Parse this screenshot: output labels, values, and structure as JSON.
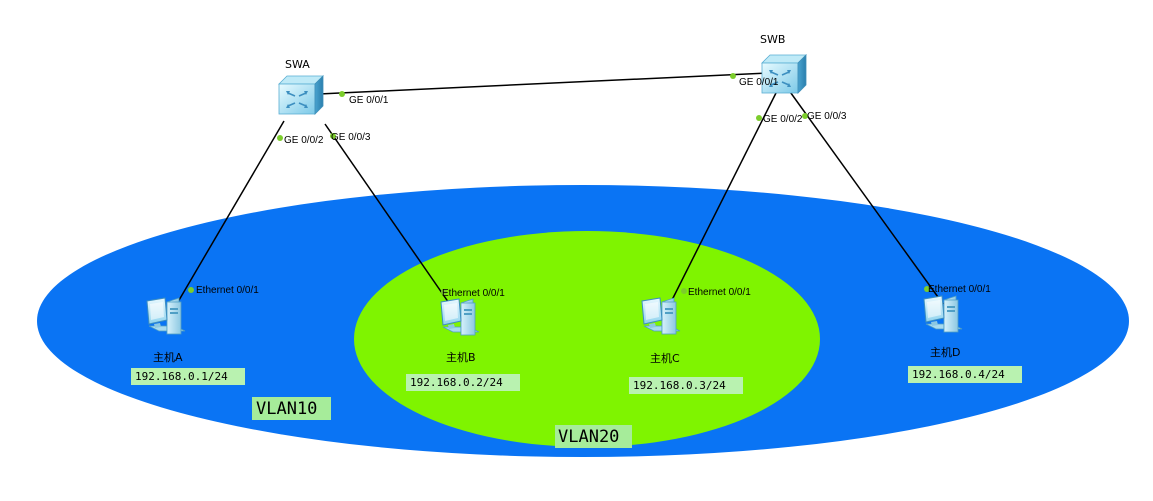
{
  "colors": {
    "vlan10_fill": "#0a74f4",
    "vlan20_fill": "#7ff400",
    "link": "#000000",
    "port_dot": "#7ccd2c",
    "label_bg": "#b9f2b0"
  },
  "vlans": {
    "vlan10": "VLAN10",
    "vlan20": "VLAN20"
  },
  "switches": {
    "swa": {
      "name": "SWA",
      "icon": "switch-icon"
    },
    "swb": {
      "name": "SWB",
      "icon": "switch-icon"
    }
  },
  "hosts": {
    "a": {
      "name": "主机A",
      "ip": "192.168.0.1/24",
      "port": "Ethernet 0/0/1",
      "icon": "pc-icon"
    },
    "b": {
      "name": "主机B",
      "ip": "192.168.0.2/24",
      "port": "Ethernet 0/0/1",
      "icon": "pc-icon"
    },
    "c": {
      "name": "主机C",
      "ip": "192.168.0.3/24",
      "port": "Ethernet 0/0/1",
      "icon": "pc-icon"
    },
    "d": {
      "name": "主机D",
      "ip": "192.168.0.4/24",
      "port": "Ethernet 0/0/1",
      "icon": "pc-icon"
    }
  },
  "ports": {
    "swa_ge1": "GE 0/0/1",
    "swa_ge2": "GE 0/0/2",
    "swa_ge3": "GE 0/0/3",
    "swb_ge1": "GE 0/0/1",
    "swb_ge2": "GE 0/0/2",
    "swb_ge3": "GE 0/0/3"
  }
}
